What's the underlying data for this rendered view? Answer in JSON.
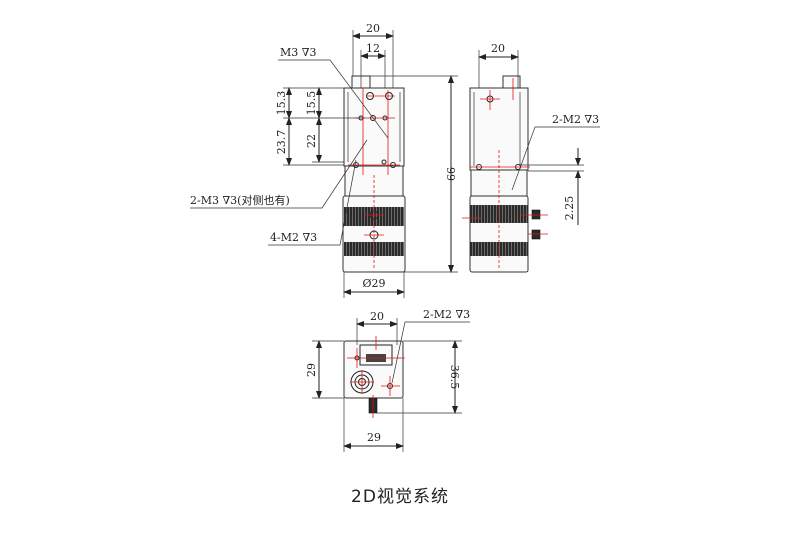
{
  "caption": "2D视觉系统",
  "front_view": {
    "dim_width_outer": "20",
    "dim_width_inner": "12",
    "dim_left_outer_top": "15.3",
    "dim_left_outer_bottom": "23.7",
    "dim_left_inner_top": "15.5",
    "dim_left_inner_bottom": "22",
    "dim_height": "99",
    "dim_diameter": "Ø29",
    "callout_m3": "M3 ∇3",
    "callout_2m3": "2-M3 ∇3(对侧也有)",
    "callout_4m2": "4-M2 ∇3"
  },
  "side_view": {
    "dim_width": "20",
    "dim_offset": "2.25",
    "callout_2m2": "2-M2 ∇3"
  },
  "bottom_view": {
    "dim_width_top": "20",
    "dim_height_left": "29",
    "dim_height_right": "36.5",
    "dim_width_bottom": "29",
    "callout_2m2": "2-M2 ∇3"
  },
  "colors": {
    "line": "#222222",
    "centerline": "#e01515"
  }
}
